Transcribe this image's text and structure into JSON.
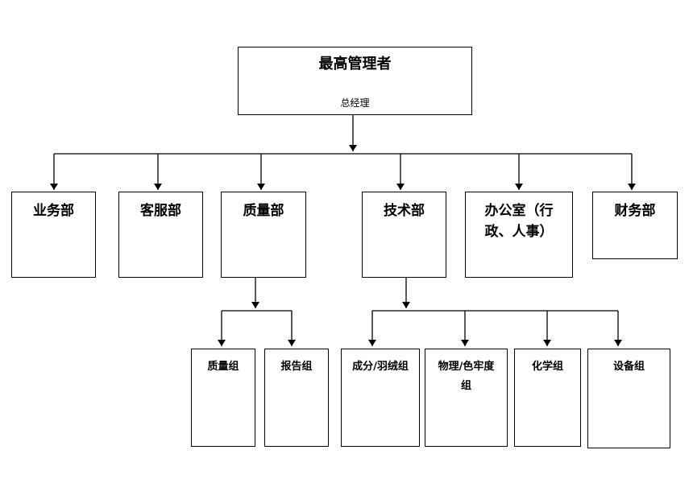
{
  "org_chart": {
    "top": {
      "title": "最高管理者",
      "subtitle": "总经理"
    },
    "departments": [
      {
        "name": "业务部"
      },
      {
        "name": "客服部"
      },
      {
        "name": "质量部"
      },
      {
        "name": "技术部"
      },
      {
        "name": "办公室（行政、人事）"
      },
      {
        "name": "财务部"
      }
    ],
    "quality_groups": [
      {
        "name": "质量组"
      },
      {
        "name": "报告组"
      }
    ],
    "tech_groups": [
      {
        "name": "成分/羽绒组"
      },
      {
        "name": "物理/色牢度组"
      },
      {
        "name": "化学组"
      },
      {
        "name": "设备组"
      }
    ]
  }
}
